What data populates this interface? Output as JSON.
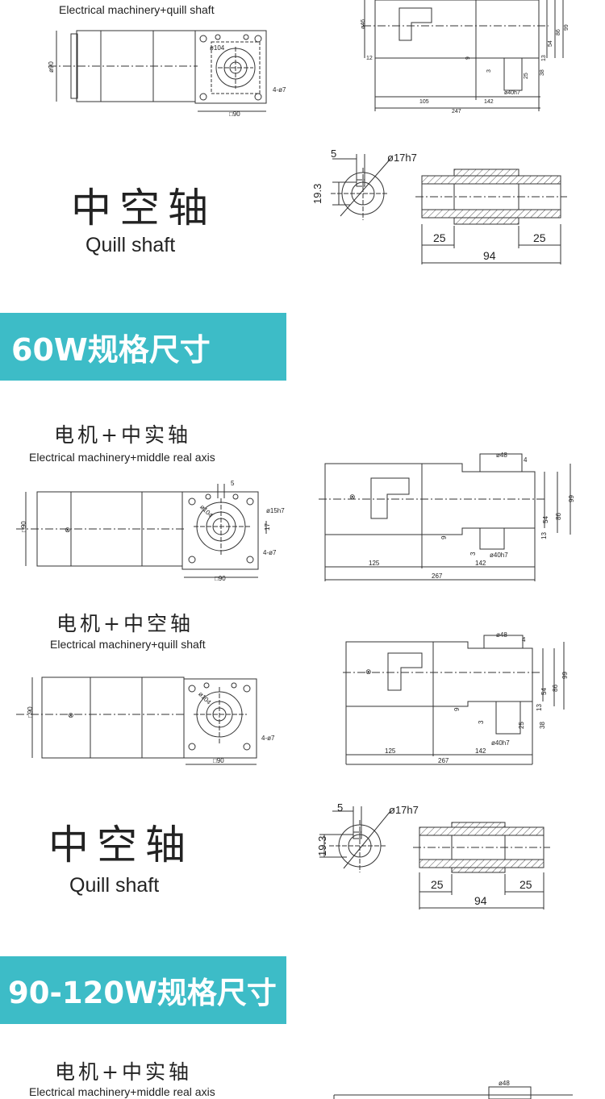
{
  "section_top": {
    "quill_caption_en": "Electrical machinery+quill shaft",
    "dims": {
      "square": "□90",
      "dia_motor": "ø90",
      "bolt": "4-ø7",
      "pcd": "ø104",
      "d40": "ø40h7",
      "d46": "ø46",
      "d12": "12",
      "l105": "105",
      "l142": "142",
      "l247": "247",
      "h54": "54",
      "h13": "13",
      "h86": "86",
      "h99": "99",
      "h9": "9",
      "h3": "3",
      "h25": "25",
      "h38": "38"
    }
  },
  "quill_shaft_1": {
    "title_cn": "中空轴",
    "title_en": "Quill shaft",
    "dims": {
      "key": "5",
      "bore": "ø17h7",
      "depth": "19.3",
      "l25a": "25",
      "l25b": "25",
      "l94": "94"
    }
  },
  "banner_60w": "60W规格尺寸",
  "section_60w": {
    "solid": {
      "title_cn": "电机+中实轴",
      "title_en": "Electrical machinery+middle real axis",
      "dims": {
        "square": "□90",
        "side": "□90",
        "key": "5",
        "shaft": "ø15h7",
        "h17": "17",
        "bolt": "4-ø7",
        "pcd": "ø104",
        "d48": "ø48",
        "four": "4",
        "l125": "125",
        "l142": "142",
        "l267": "267",
        "h9": "9",
        "h3": "3",
        "d40": "ø40h7",
        "h54": "54",
        "h86": "86",
        "h99": "99",
        "h13": "13"
      }
    },
    "quill": {
      "title_cn": "电机+中空轴",
      "title_en": "Electrical machinery+quill shaft",
      "dims": {
        "square": "□90",
        "side": "□90",
        "bolt": "4-ø7",
        "pcd": "ø104",
        "d48": "ø48",
        "four": "4",
        "l125": "125",
        "l142": "142",
        "l267": "267",
        "h9": "9",
        "h3": "3",
        "h25": "25",
        "d40": "ø40h7",
        "h54": "54",
        "h86": "86",
        "h99": "99",
        "h13": "13",
        "h38": "38"
      }
    }
  },
  "quill_shaft_2": {
    "title_cn": "中空轴",
    "title_en": "Quill shaft",
    "dims": {
      "key": "5",
      "bore": "ø17h7",
      "depth": "19.3",
      "l25a": "25",
      "l25b": "25",
      "l94": "94"
    }
  },
  "banner_90w": "90-120W规格尺寸",
  "section_90w": {
    "solid": {
      "title_cn": "电机+中实轴",
      "title_en": "Electrical machinery+middle real axis",
      "dims": {
        "d48": "ø48"
      }
    }
  }
}
